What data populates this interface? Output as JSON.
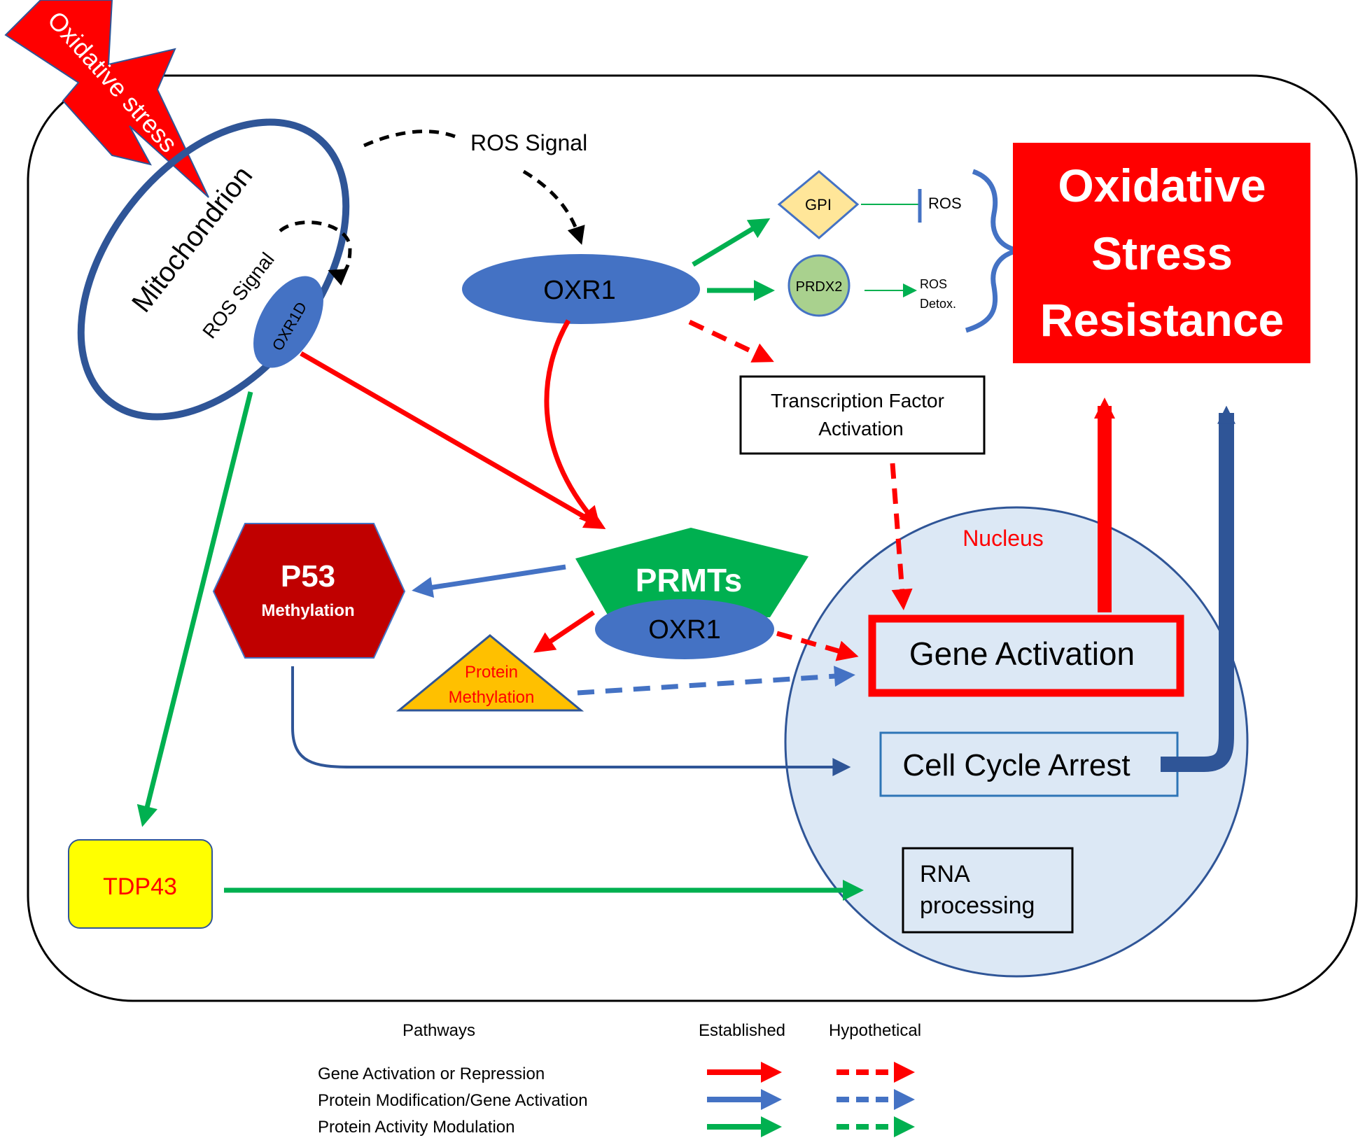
{
  "labels": {
    "stress": "Oxidative stress",
    "mitochondrion": "Mitochondrion",
    "ros_signal_inner": "ROS Signal",
    "oxr1d": "OXR1D",
    "ros_signal_top": "ROS Signal",
    "oxr1_top": "OXR1",
    "gpi": "GPI",
    "prdx2": "PRDX2",
    "ros_inhibit": "ROS",
    "ros_detox_1": "ROS",
    "ros_detox_2": "Detox.",
    "resistance_1": "Oxidative",
    "resistance_2": "Stress",
    "resistance_3": "Resistance",
    "tf_1": "Transcription Factor",
    "tf_2": "Activation",
    "nucleus": "Nucleus",
    "prmts": "PRMTs",
    "oxr1_complex": "OXR1",
    "p53": "P53",
    "p53_sub": "Methylation",
    "protein_meth_1": "Protein",
    "protein_meth_2": "Methylation",
    "gene_activation": "Gene Activation",
    "cell_cycle": "Cell Cycle Arrest",
    "tdp43": "TDP43",
    "rna_1": "RNA",
    "rna_2": "processing"
  },
  "legend": {
    "pathways_header": "Pathways",
    "established_header": "Established",
    "hypothetical_header": "Hypothetical",
    "rows": [
      {
        "label": "Gene Activation or Repression",
        "color": "#ff0000"
      },
      {
        "label": "Protein Modification/Gene Activation",
        "color": "#4472c4"
      },
      {
        "label": "Protein Activity Modulation",
        "color": "#00b050"
      }
    ]
  },
  "colors": {
    "red": "#ff0000",
    "blue": "#4472c4",
    "navy": "#2f5597",
    "green": "#00b050",
    "nucleus_fill": "#dce8f5",
    "dark_red": "#c00000",
    "orange": "#ffc000",
    "yellow": "#ffff00",
    "gpi_fill": "#ffe699",
    "prdx2_fill": "#a9d18e"
  }
}
